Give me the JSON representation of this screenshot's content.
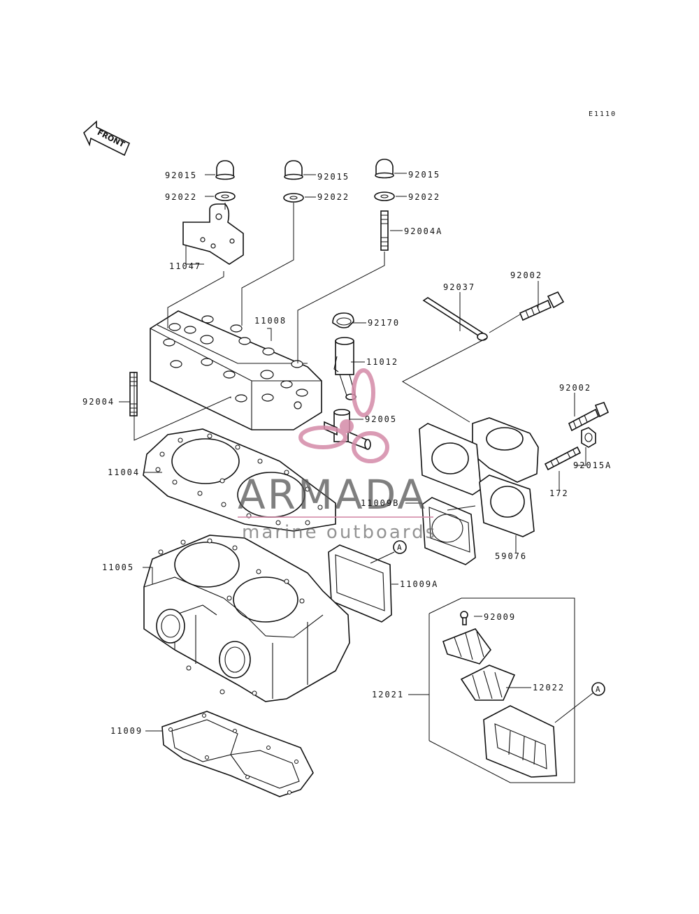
{
  "ref_code": "E1110",
  "front_label": "FRONT",
  "watermark": {
    "title": "ARMADA",
    "subtitle": "marine outboards"
  },
  "callout_ref": "A",
  "parts": [
    {
      "id": "92015",
      "label": "92015"
    },
    {
      "id": "92015",
      "label": "92015"
    },
    {
      "id": "92015",
      "label": "92015"
    },
    {
      "id": "92022",
      "label": "92022"
    },
    {
      "id": "92022",
      "label": "92022"
    },
    {
      "id": "92022",
      "label": "92022"
    },
    {
      "id": "92004A",
      "label": "92004A"
    },
    {
      "id": "11047",
      "label": "11047"
    },
    {
      "id": "11008",
      "label": "11008"
    },
    {
      "id": "92037",
      "label": "92037"
    },
    {
      "id": "92002",
      "label": "92002"
    },
    {
      "id": "92170",
      "label": "92170"
    },
    {
      "id": "11012",
      "label": "11012"
    },
    {
      "id": "92004",
      "label": "92004"
    },
    {
      "id": "92005",
      "label": "92005"
    },
    {
      "id": "92002",
      "label": "92002"
    },
    {
      "id": "92015A",
      "label": "92015A"
    },
    {
      "id": "11004",
      "label": "11004"
    },
    {
      "id": "172",
      "label": "172"
    },
    {
      "id": "11009B",
      "label": "11009B"
    },
    {
      "id": "59076",
      "label": "59076"
    },
    {
      "id": "11005",
      "label": "11005"
    },
    {
      "id": "11009A",
      "label": "11009A"
    },
    {
      "id": "92009",
      "label": "92009"
    },
    {
      "id": "12022",
      "label": "12022"
    },
    {
      "id": "12021",
      "label": "12021"
    },
    {
      "id": "11009",
      "label": "11009"
    }
  ]
}
